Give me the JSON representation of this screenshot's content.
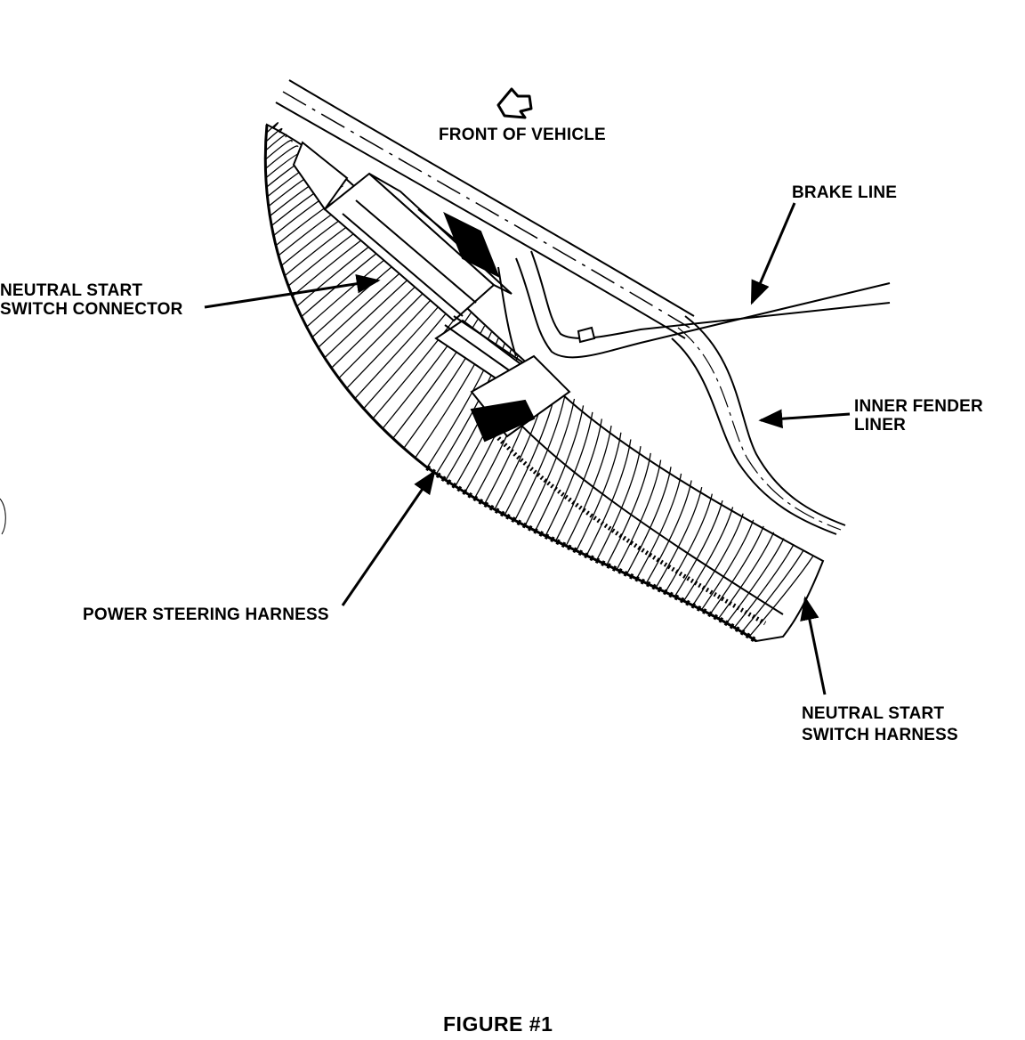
{
  "labels": {
    "front_of_vehicle": "FRONT OF VEHICLE",
    "brake_line": "BRAKE LINE",
    "nss_connector_line1": "NEUTRAL START",
    "nss_connector_line2": "SWITCH CONNECTOR",
    "inner_fender_line1": "INNER FENDER",
    "inner_fender_line2": "LINER",
    "power_steering_harness": "POWER STEERING HARNESS",
    "nss_harness_line1": "NEUTRAL START",
    "nss_harness_line2": "SWITCH HARNESS"
  },
  "caption": "FIGURE #1",
  "colors": {
    "ink": "#000000",
    "paper": "#ffffff"
  }
}
